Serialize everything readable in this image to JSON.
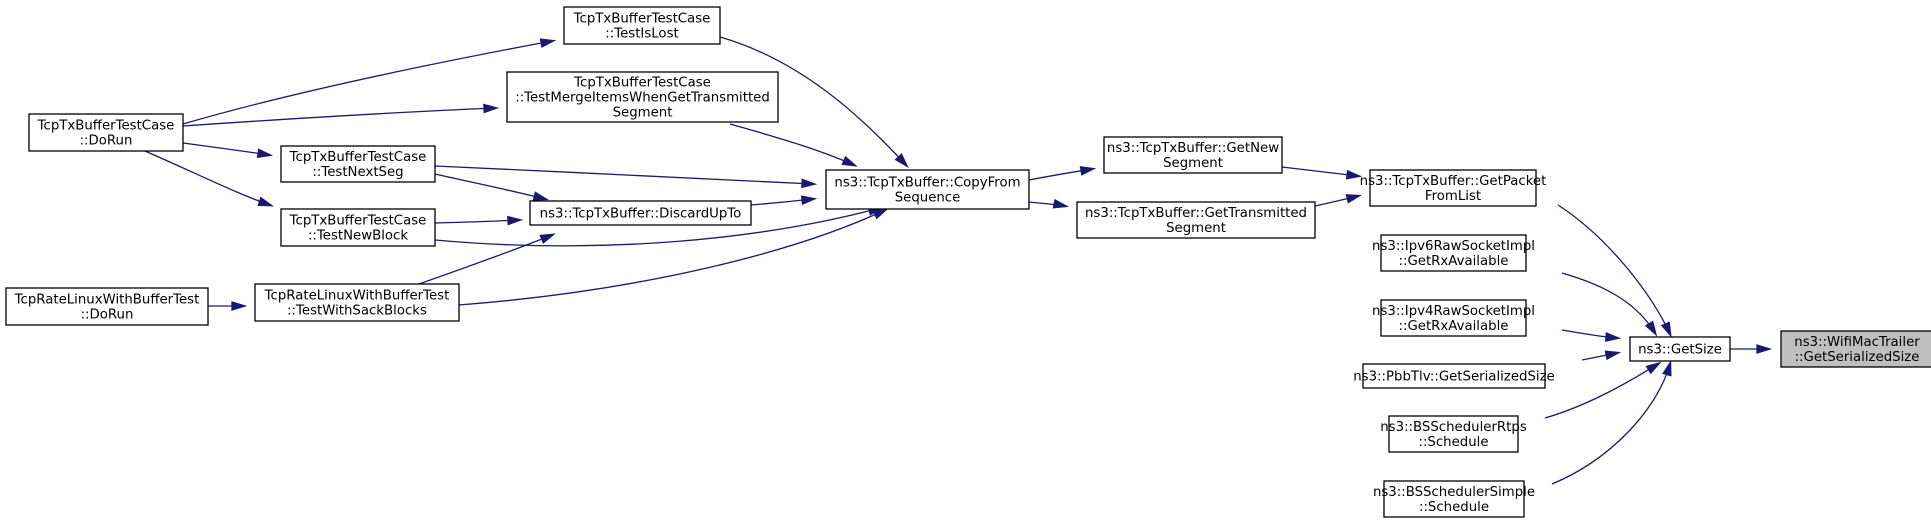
{
  "graph": {
    "colors": {
      "edge": "#191970",
      "root_fill": "#bfbfbf",
      "node_fill": "#ffffff",
      "node_stroke": "#000000"
    },
    "nodes": [
      {
        "id": "n0",
        "lines": [
          "ns3::WifiMacTrailer",
          "::GetSerializedSize"
        ],
        "root": true
      },
      {
        "id": "n1",
        "lines": [
          "ns3::GetSize"
        ]
      },
      {
        "id": "n2",
        "lines": [
          "ns3::TcpTxBuffer::GetPacket",
          "FromList"
        ]
      },
      {
        "id": "n3",
        "lines": [
          "ns3::Ipv6RawSocketImpl",
          "::GetRxAvailable"
        ]
      },
      {
        "id": "n4",
        "lines": [
          "ns3::Ipv4RawSocketImpl",
          "::GetRxAvailable"
        ]
      },
      {
        "id": "n5",
        "lines": [
          "ns3::PbbTlv::GetSerializedSize"
        ]
      },
      {
        "id": "n6",
        "lines": [
          "ns3::BSSchedulerRtps",
          "::Schedule"
        ]
      },
      {
        "id": "n7",
        "lines": [
          "ns3::BSSchedulerSimple",
          "::Schedule"
        ]
      },
      {
        "id": "n8",
        "lines": [
          "ns3::TcpTxBuffer::GetNew",
          "Segment"
        ]
      },
      {
        "id": "n9",
        "lines": [
          "ns3::TcpTxBuffer::GetTransmitted",
          "Segment"
        ]
      },
      {
        "id": "n10",
        "lines": [
          "ns3::TcpTxBuffer::CopyFrom",
          "Sequence"
        ]
      },
      {
        "id": "n11",
        "lines": [
          "TcpTxBufferTestCase",
          "::TestIsLost"
        ]
      },
      {
        "id": "n12",
        "lines": [
          "TcpTxBufferTestCase",
          "::TestMergeItemsWhenGetTransmitted",
          "Segment"
        ]
      },
      {
        "id": "n13",
        "lines": [
          "TcpTxBufferTestCase",
          "::TestNextSeg"
        ]
      },
      {
        "id": "n14",
        "lines": [
          "ns3::TcpTxBuffer::DiscardUpTo"
        ]
      },
      {
        "id": "n15",
        "lines": [
          "TcpTxBufferTestCase",
          "::TestNewBlock"
        ]
      },
      {
        "id": "n16",
        "lines": [
          "TcpRateLinuxWithBufferTest",
          "::TestWithSackBlocks"
        ]
      },
      {
        "id": "n17",
        "lines": [
          "TcpTxBufferTestCase",
          "::DoRun"
        ]
      },
      {
        "id": "n18",
        "lines": [
          "TcpRateLinuxWithBufferTest",
          "::DoRun"
        ]
      }
    ],
    "edges": [
      {
        "from": "n1",
        "to": "n0"
      },
      {
        "from": "n2",
        "to": "n1"
      },
      {
        "from": "n3",
        "to": "n1"
      },
      {
        "from": "n4",
        "to": "n1"
      },
      {
        "from": "n5",
        "to": "n1"
      },
      {
        "from": "n6",
        "to": "n1"
      },
      {
        "from": "n7",
        "to": "n1"
      },
      {
        "from": "n8",
        "to": "n2"
      },
      {
        "from": "n9",
        "to": "n2"
      },
      {
        "from": "n10",
        "to": "n8"
      },
      {
        "from": "n10",
        "to": "n9"
      },
      {
        "from": "n11",
        "to": "n10"
      },
      {
        "from": "n12",
        "to": "n10"
      },
      {
        "from": "n13",
        "to": "n10"
      },
      {
        "from": "n14",
        "to": "n10"
      },
      {
        "from": "n15",
        "to": "n10"
      },
      {
        "from": "n16",
        "to": "n10"
      },
      {
        "from": "n17",
        "to": "n11"
      },
      {
        "from": "n17",
        "to": "n12"
      },
      {
        "from": "n17",
        "to": "n13"
      },
      {
        "from": "n17",
        "to": "n15"
      },
      {
        "from": "n13",
        "to": "n14"
      },
      {
        "from": "n15",
        "to": "n14"
      },
      {
        "from": "n16",
        "to": "n14"
      },
      {
        "from": "n18",
        "to": "n16"
      }
    ]
  }
}
